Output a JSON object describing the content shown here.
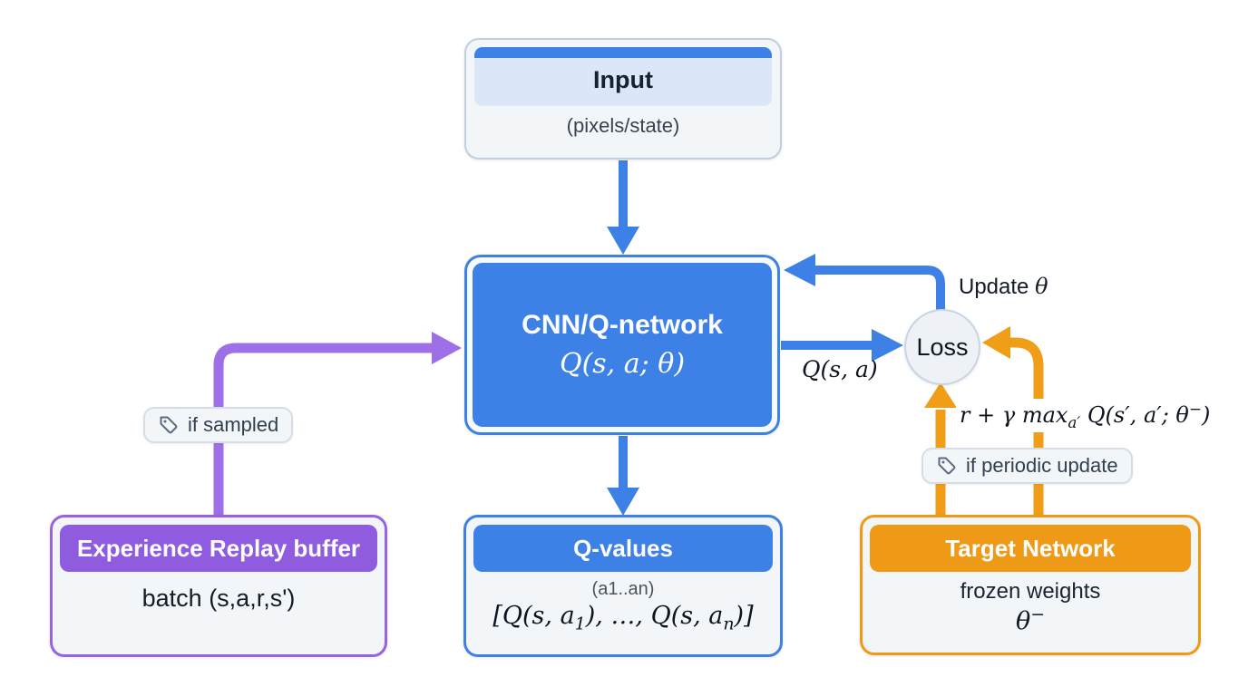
{
  "diagram": {
    "title": "DQN training flow diagram",
    "background": "#ffffff",
    "colors": {
      "blue": "#3e81e6",
      "purple_band": "#8f5ce0",
      "purple_arrow": "#9e70e7",
      "orange": "#ef9a16",
      "node_bg": "#f3f6f9",
      "loss_bg": "#eef1f5"
    }
  },
  "nodes": {
    "input": {
      "title": "Input",
      "subtitle": "(pixels/state)"
    },
    "qnetwork": {
      "title": "CNN/Q-network",
      "formula": "Q(s, a; θ)"
    },
    "replay": {
      "title": "Experience Replay buffer",
      "subtitle": "batch (s,a,r,s')"
    },
    "qvalues": {
      "title": "Q-values",
      "subtitle": "(a1..an)",
      "formula_parts": {
        "p1": "[Q(s, a",
        "s1": "1",
        "p2": "), …, Q(s, a",
        "s2": "n",
        "p3": ")]"
      }
    },
    "target": {
      "title": "Target Network",
      "subtitle": "frozen weights",
      "formula_parts": {
        "base": "θ",
        "sup": "−"
      }
    },
    "loss": {
      "label": "Loss"
    }
  },
  "edge_labels": {
    "update_prefix": "Update ",
    "update_symbol": "θ",
    "q_output": "Q(s, a)",
    "target_output_parts": {
      "pre": "r + γ max",
      "sub": "a′",
      "post": " Q(s′, a′; θ",
      "sup": "−",
      "end": ")"
    },
    "if_sampled": "if sampled",
    "if_periodic_update": "if periodic update"
  }
}
